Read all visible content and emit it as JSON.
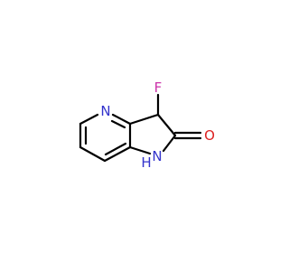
{
  "molecule": {
    "atoms": [
      {
        "id": "N_pyridine",
        "symbol": "N",
        "color": "#3333cc"
      },
      {
        "id": "F",
        "symbol": "F",
        "color": "#cc33aa"
      },
      {
        "id": "O",
        "symbol": "O",
        "color": "#dd2222"
      },
      {
        "id": "N_amide",
        "symbol": "N",
        "color": "#3333cc"
      },
      {
        "id": "H_amide",
        "symbol": "H",
        "color": "#3333cc"
      }
    ]
  }
}
